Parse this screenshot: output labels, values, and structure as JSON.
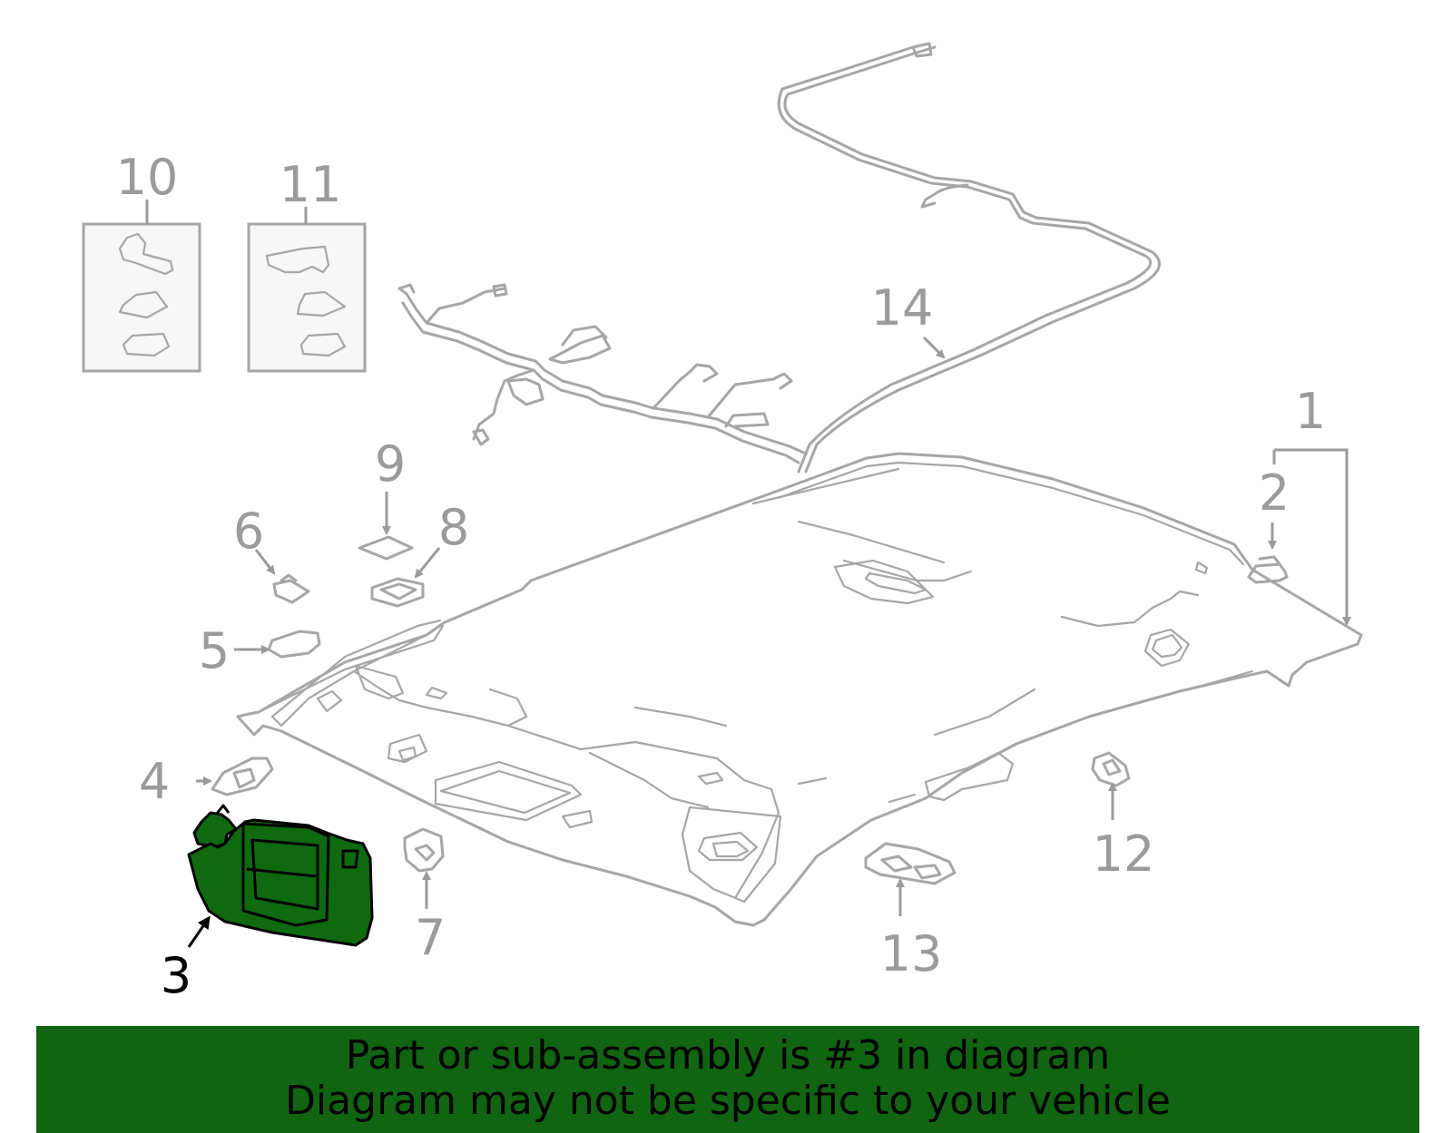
{
  "diagram": {
    "highlighted_part": "3",
    "callouts": [
      "1",
      "2",
      "3",
      "4",
      "5",
      "6",
      "7",
      "8",
      "9",
      "10",
      "11",
      "12",
      "13",
      "14"
    ],
    "colors": {
      "highlight_fill": "#0f6a0f",
      "banner_background": "#116411",
      "part_outline": "#a6a6a6",
      "callout_text": "#9b9b9b"
    }
  },
  "banner": {
    "line1": "Part or sub-assembly is #3 in diagram",
    "line2": "Diagram may not be specific to your vehicle"
  }
}
